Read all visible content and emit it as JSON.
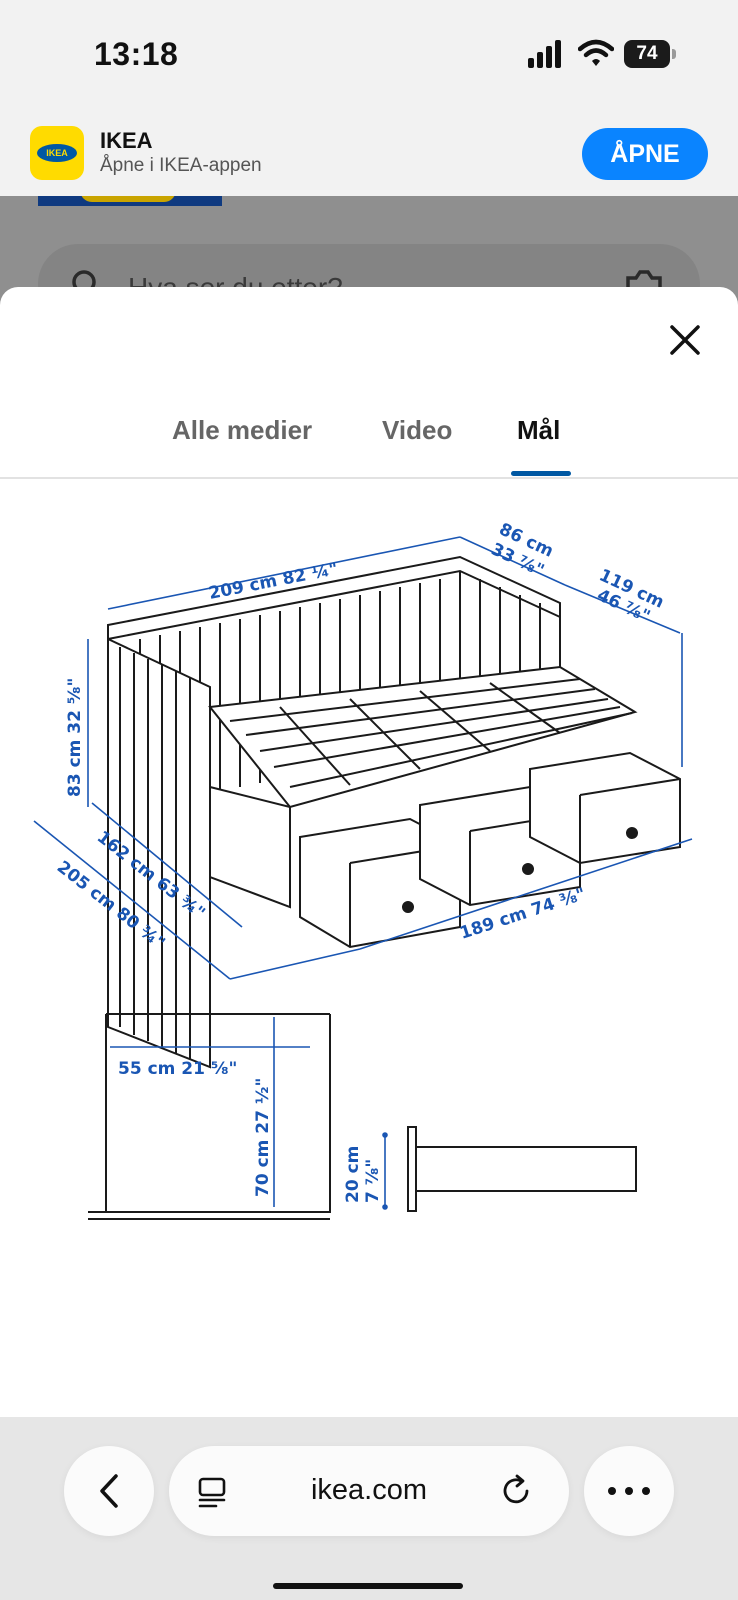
{
  "status": {
    "time": "13:18",
    "battery": "74"
  },
  "banner": {
    "app_name": "IKEA",
    "subtitle": "Åpne i IKEA-appen",
    "open_label": "ÅPNE",
    "icon_text": "IKEA"
  },
  "background_page": {
    "search_placeholder": "Hva ser du etter?"
  },
  "sheet": {
    "tabs": [
      {
        "label": "Alle medier",
        "active": false
      },
      {
        "label": "Video",
        "active": false
      },
      {
        "label": "Mål",
        "active": true
      }
    ]
  },
  "dimensions": {
    "length": "209 cm 82 ¼\"",
    "back_depth_cm": "86 cm",
    "back_depth_in": "33 ⅞\"",
    "extended_depth_cm": "119 cm",
    "extended_depth_in": "46 ⅞\"",
    "height": "83 cm 32 ⅝\"",
    "side_depth": "162 cm 63 ¾\"",
    "total_length": "205 cm 80 ¾\"",
    "drawer_width": "189 cm 74 ⅜\"",
    "inner_width": "55 cm 21 ⅝\"",
    "inner_height": "70 cm 27 ½\"",
    "drawer_height_cm": "20 cm",
    "drawer_height_in": "7 ⅞\""
  },
  "browser": {
    "url": "ikea.com"
  },
  "colors": {
    "accent": "#0a84ff",
    "ikea_blue": "#0058a3",
    "ikea_yellow": "#ffdb00",
    "dimension_blue": "#1a56b3"
  }
}
